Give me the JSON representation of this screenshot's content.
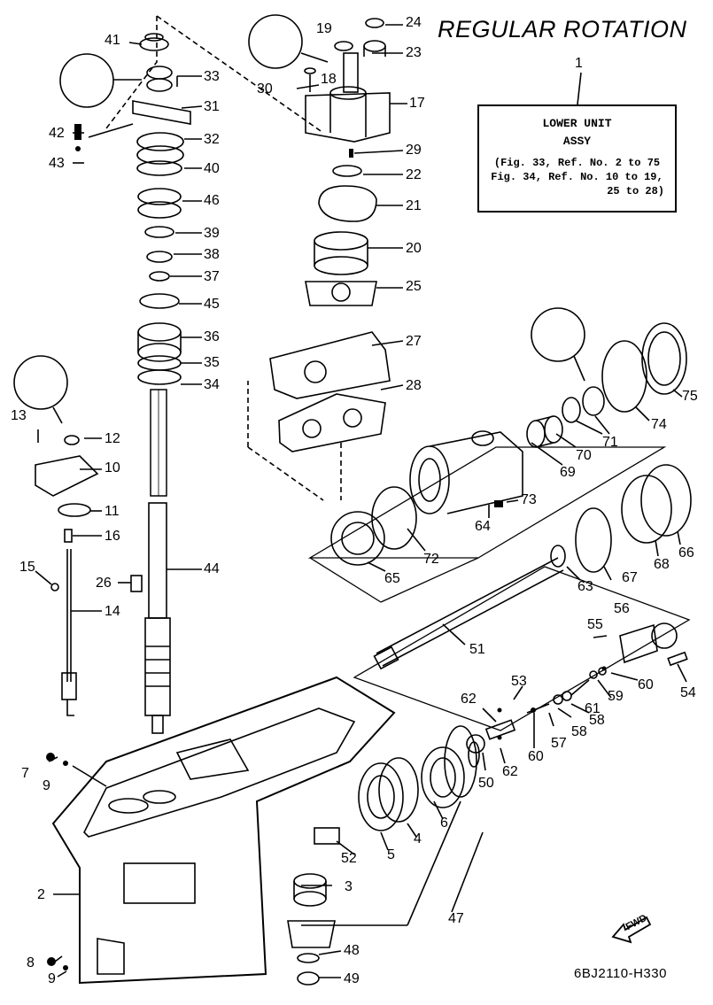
{
  "header": {
    "title": "REGULAR ROTATION",
    "drawing_code": "6BJ2110-H330"
  },
  "assembly_box": {
    "ref": "1",
    "line1": "LOWER UNIT",
    "line2": "ASSY",
    "line3": "(Fig. 33, Ref. No. 2 to 75",
    "line4": "Fig. 34, Ref. No. 10 to 19,",
    "line5": "25 to 28)"
  },
  "fwd_label": "FWD",
  "labels": {
    "p2": "2",
    "p3": "3",
    "p4": "4",
    "p5": "5",
    "p6": "6",
    "p7": "7",
    "p8": "8",
    "p9a": "9",
    "p9b": "9",
    "p10": "10",
    "p11": "11",
    "p12": "12",
    "p13": "13",
    "p14": "14",
    "p15": "15",
    "p16": "16",
    "p17": "17",
    "p18": "18",
    "p19": "19",
    "p20": "20",
    "p21": "21",
    "p22": "22",
    "p23": "23",
    "p24": "24",
    "p25": "25",
    "p26": "26",
    "p27": "27",
    "p28": "28",
    "p29": "29",
    "p30": "30",
    "p31": "31",
    "p32": "32",
    "p33": "33",
    "p34": "34",
    "p35": "35",
    "p36": "36",
    "p37": "37",
    "p38": "38",
    "p39": "39",
    "p40": "40",
    "p41": "41",
    "p42": "42",
    "p43": "43",
    "p44": "44",
    "p45": "45",
    "p46": "46",
    "p47": "47",
    "p48": "48",
    "p49": "49",
    "p50": "50",
    "p51": "51",
    "p52": "52",
    "p53": "53",
    "p54": "54",
    "p55": "55",
    "p56": "56",
    "p57": "57",
    "p58a": "58",
    "p58b": "58",
    "p59": "59",
    "p60a": "60",
    "p60b": "60",
    "p61": "61",
    "p62a": "62",
    "p62b": "62",
    "p63": "63",
    "p64": "64",
    "p65": "65",
    "p66": "66",
    "p67": "67",
    "p68": "68",
    "p69": "69",
    "p70": "70",
    "p71": "71",
    "p72": "72",
    "p73": "73",
    "p74": "74",
    "p75": "75"
  }
}
